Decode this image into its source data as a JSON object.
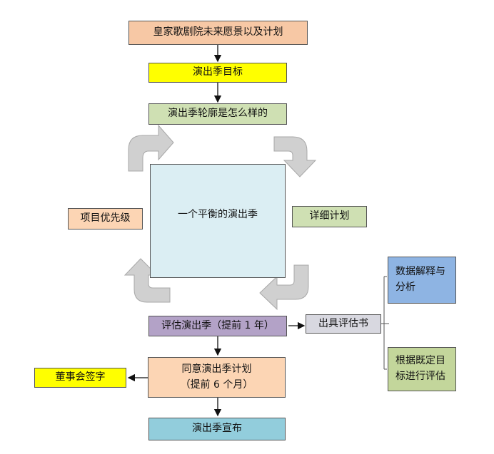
{
  "nodes": {
    "vision": "皇家歌剧院未来愿景以及计划",
    "season_goal": "演出季目标",
    "season_outline": "演出季轮廓是怎么样的",
    "balanced_season": "一个平衡的演出季",
    "project_priority": "项目优先级",
    "detailed_plan": "详细计划",
    "evaluate_season": "评估演出季（提前 1 年）",
    "issue_report": "出具评估书",
    "data_interpretation": [
      "数据解释与",
      "分析"
    ],
    "evaluate_by_goals": [
      "根据既定目",
      "标进行评估"
    ],
    "approve_plan": [
      "同意演出季计划",
      "（提前 6 个月）"
    ],
    "board_signature": "董事会签字",
    "announce_season": "演出季宣布"
  },
  "colors": {
    "vision": "#f7c8a5",
    "season_goal": "#ffff00",
    "season_outline": "#cfe0b3",
    "balanced_season": "#dbeef3",
    "project_priority": "#fcd5b4",
    "detailed_plan": "#cfe0b3",
    "evaluate_season": "#b3a2c7",
    "issue_report": "#d8d8e0",
    "data_interpretation": "#8eb4e3",
    "evaluate_by_goals": "#c3d69b",
    "approve_plan": "#fcd5b4",
    "board_signature": "#ffff00",
    "announce_season": "#92cddc",
    "cycle_arrows": "#d0d0d0"
  }
}
